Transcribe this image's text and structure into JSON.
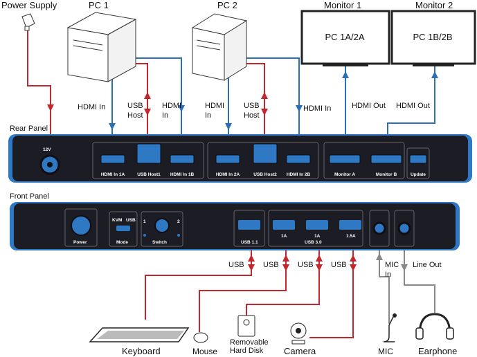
{
  "devices": {
    "power_supply": "Power Supply",
    "pc1": "PC 1",
    "pc2": "PC 2",
    "monitor1": "Monitor 1",
    "monitor2": "Monitor 2",
    "monitor1_screen": "PC 1A/2A",
    "monitor2_screen": "PC 1B/2B",
    "keyboard": "Keyboard",
    "mouse": "Mouse",
    "hard_disk": "Removable\nHard Disk",
    "camera": "Camera",
    "mic": "MIC",
    "earphone": "Earphone"
  },
  "panels": {
    "rear": "Rear Panel",
    "front": "Front Panel"
  },
  "cable_labels": {
    "pc1_hdmi": "HDMI In",
    "pc1_usb": "USB\nHost",
    "pc1_hdmi2": "HDMI\nIn",
    "pc2_hdmi": "HDMI\nIn",
    "pc2_usb": "USB\nHost",
    "pc2_hdmi2": "HDMI In",
    "mon1_hdmi": "HDMI Out",
    "mon2_hdmi": "HDMI Out",
    "usb1": "USB",
    "usb2": "USB",
    "usb3": "USB",
    "usb4": "USB",
    "mic_in": "MIC\nIn",
    "line_out": "Line Out"
  },
  "rear_ports": [
    "HDMI In 1A",
    "USB Host1",
    "HDMI In 1B",
    "HDMI In 2A",
    "USB Host2",
    "HDMI In 2B",
    "Monitor A",
    "Monitor B",
    "Update"
  ],
  "rear_power": "12V",
  "front_ports": {
    "power": "Power",
    "mode": "Mode",
    "mode_kvm": "KVM",
    "mode_usb": "USB",
    "switch": "Switch",
    "switch_1": "1",
    "switch_2": "2",
    "usb11": "USB 1.1",
    "usb30": "USB 3.0",
    "usb_1a_1": "1A",
    "usb_1a_2": "1A",
    "usb_15a": "1.5A"
  },
  "colors": {
    "hdmi": "#2b6fb5",
    "usb": "#c1272d",
    "audio": "#888888",
    "panel": "#1c1c24",
    "panel_edge": "#2f78c4"
  }
}
